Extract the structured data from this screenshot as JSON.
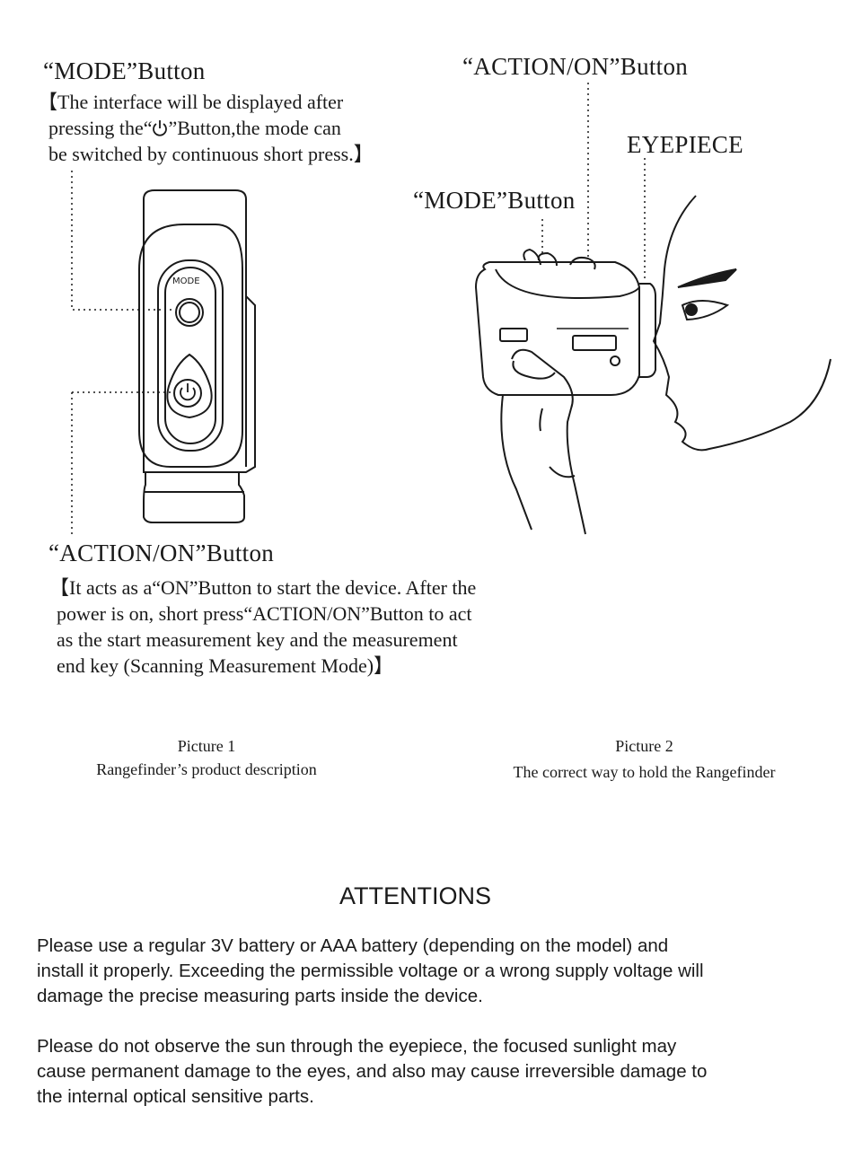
{
  "picture1": {
    "mode_label": "“MODE”Button",
    "mode_note_lines": [
      "【The interface will be displayed after",
      "pressing the“",
      "”Button,the mode can",
      "be switched by continuous short press.】"
    ],
    "device_mode_text": "MODE",
    "action_label": "“ACTION/ON”Button",
    "action_note_lines": [
      "【It acts as a“ON”Button to start the device. After the",
      "power is on, short press“ACTION/ON”Button to act",
      "as the start measurement key and the measurement",
      "end key (Scanning Measurement Mode)】"
    ],
    "caption_title": "Picture 1",
    "caption_text": "Rangefinder’s product description"
  },
  "picture2": {
    "action_label": "“ACTION/ON”Button",
    "eyepiece_label": "EYEPIECE",
    "mode_label": "“MODE”Button",
    "caption_title": "Picture 2",
    "caption_text": "The correct way to hold the Rangefinder"
  },
  "attentions": {
    "title": "ATTENTIONS",
    "paragraph1_lines": [
      "Please use a regular 3V battery or AAA battery (depending on the model) and",
      "install it properly. Exceeding the permissible voltage or a wrong supply voltage will",
      "damage the precise measuring parts inside the device."
    ],
    "paragraph2_lines": [
      "Please do not observe the sun through the eyepiece, the focused sunlight may",
      "cause permanent damage to the eyes, and also may cause irreversible damage to",
      "the internal optical sensitive parts."
    ]
  },
  "icons": [
    "power-icon",
    "rangefinder-front-illustration",
    "hand-holding-rangefinder-illustration"
  ]
}
